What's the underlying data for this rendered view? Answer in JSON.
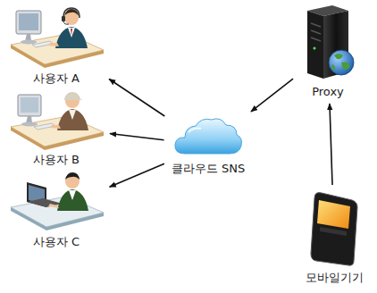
{
  "diagram": {
    "nodes": [
      {
        "text": [
          "사용자 A"
        ]
      },
      {
        "text": [
          "Proxy"
        ]
      },
      {
        "text": [
          "사용자 B"
        ]
      },
      {
        "text": [
          "클라우드 SNS"
        ]
      },
      {
        "text": [
          "사용자 C"
        ]
      },
      {
        "text": [
          "모바일기기"
        ]
      }
    ],
    "edges": [
      {
        "from": 5,
        "to": 1,
        "arrow": "to"
      },
      {
        "from": 1,
        "to": 3,
        "arrow": "to"
      },
      {
        "from": 3,
        "to": 0,
        "arrow": "to"
      },
      {
        "from": 3,
        "to": 2,
        "arrow": "to"
      },
      {
        "from": 3,
        "to": 4,
        "arrow": "to"
      }
    ]
  }
}
